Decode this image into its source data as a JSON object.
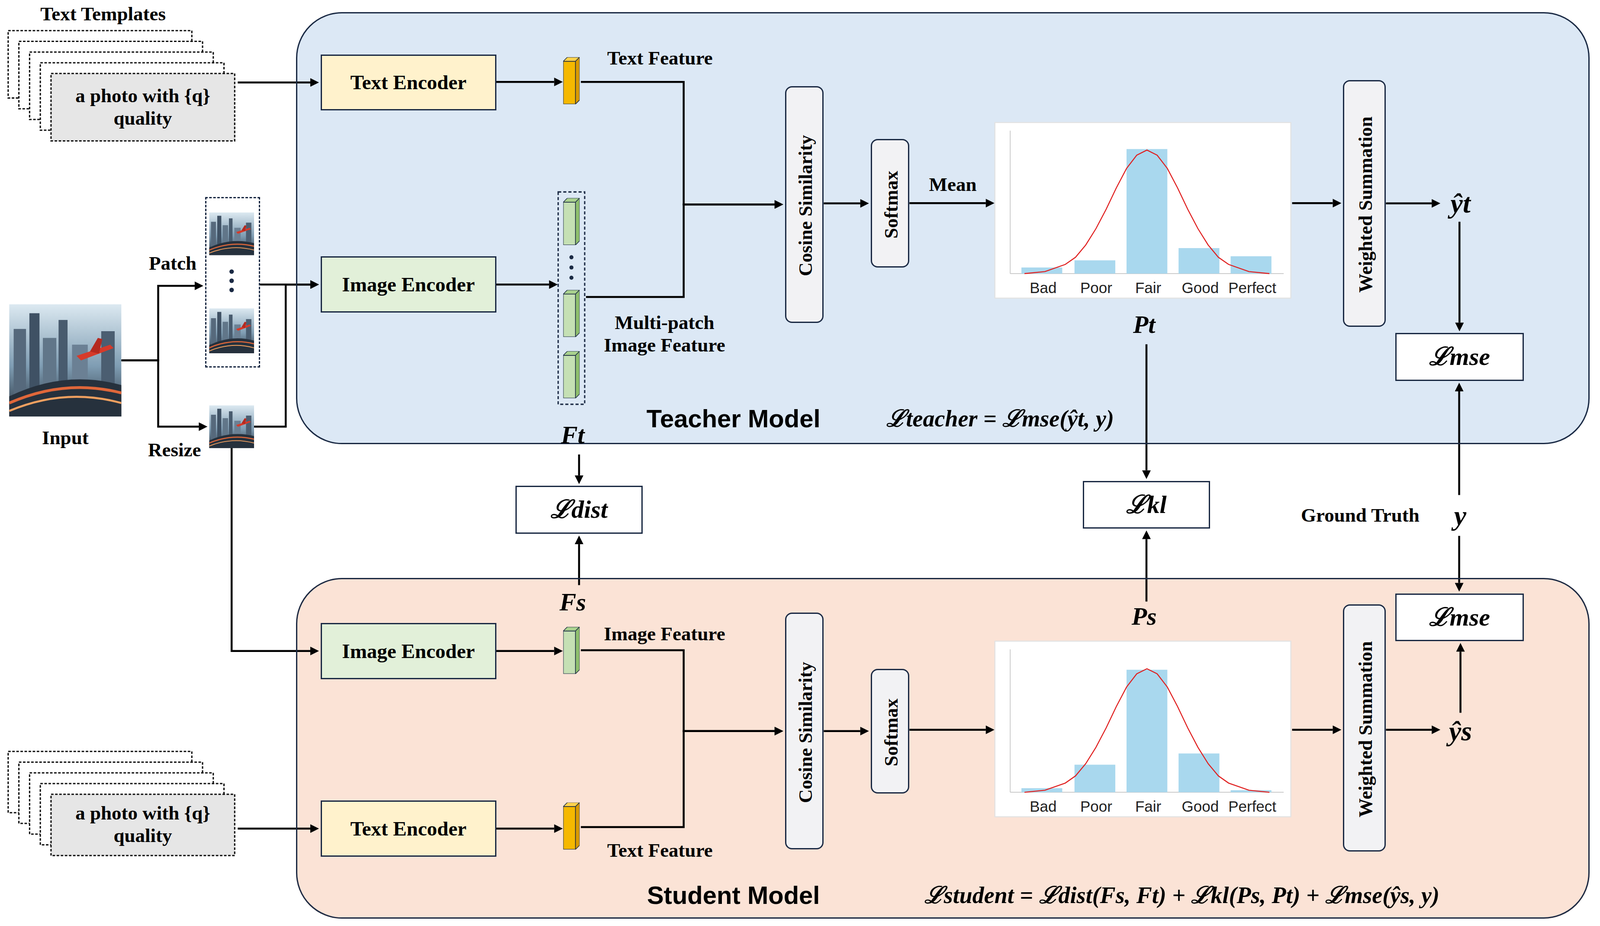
{
  "diagram": {
    "nodes": [
      {
        "text": [
          "Text Templates",
          "a photo with {q} quality"
        ]
      },
      {
        "text": [
          "Teacher Model",
          "ℒteacher = ℒmse(ŷt, y)"
        ]
      },
      {
        "text": [
          "Text Encoder"
        ],
        "in": 1
      },
      {
        "text": [
          "Text Feature"
        ],
        "in": 1
      },
      {
        "text": [
          "Cosine Similarity"
        ],
        "in": 1
      },
      {
        "text": [
          "Softmax"
        ],
        "in": 1
      },
      {
        "text": [
          "Bad",
          "Poor",
          "Fair",
          "Good",
          "Perfect",
          "Pt"
        ],
        "in": 1
      },
      {
        "text": [
          "Weighted Summation"
        ],
        "in": 1
      },
      {
        "text": [
          "ŷt"
        ],
        "in": 1
      },
      {
        "text": [
          "Input"
        ]
      },
      {
        "text": [
          "Patch"
        ]
      },
      {
        "text": [
          "Image Encoder"
        ],
        "in": 1
      },
      {
        "text": [
          "Multi-patch Image Feature",
          "Ft"
        ],
        "in": 1
      },
      {
        "text": [
          "ℒmse"
        ],
        "in": 1
      },
      {
        "text": [
          "Resize"
        ]
      },
      {
        "text": [
          "ℒdist"
        ]
      },
      {
        "text": [
          "ℒkl"
        ]
      },
      {
        "text": [
          "Ground Truth",
          "y"
        ]
      },
      {
        "text": [
          "Student Model",
          "ℒstudent = ℒdist(Fs, Ft) + ℒkl(Ps, Pt) + ℒmse(ŷs, y)"
        ]
      },
      {
        "text": [
          "Image Encoder"
        ],
        "in": 18
      },
      {
        "text": [
          "Fs",
          "Image Feature"
        ],
        "in": 18
      },
      {
        "text": [
          "Cosine Similarity"
        ],
        "in": 18
      },
      {
        "text": [
          "Softmax"
        ],
        "in": 18
      },
      {
        "text": [
          "Ps",
          "Bad",
          "Poor",
          "Fair",
          "Good",
          "Perfect"
        ],
        "in": 18
      },
      {
        "text": [
          "Weighted Summation"
        ],
        "in": 18
      },
      {
        "text": [
          "ŷs"
        ],
        "in": 18
      },
      {
        "text": [
          "ℒmse"
        ],
        "in": 18
      },
      {
        "text": [
          "a photo with {q} quality"
        ]
      },
      {
        "text": [
          "Text Encoder"
        ],
        "in": 18
      },
      {
        "text": [
          "Text Feature"
        ],
        "in": 18
      }
    ],
    "edges": [
      {
        "from": 0,
        "to": 2,
        "arrow": "to"
      },
      {
        "from": 2,
        "to": 3,
        "arrow": "to"
      },
      {
        "from": 3,
        "to": 4,
        "arrow": "to"
      },
      {
        "from": 12,
        "to": 4,
        "arrow": "to"
      },
      {
        "from": 4,
        "to": 5,
        "arrow": "to"
      },
      {
        "from": 5,
        "to": 6,
        "label": "Mean",
        "arrow": "to"
      },
      {
        "from": 6,
        "to": 7,
        "arrow": "to"
      },
      {
        "from": 7,
        "to": 8,
        "arrow": "to"
      },
      {
        "from": 8,
        "to": 13,
        "arrow": "to"
      },
      {
        "from": 9,
        "to": 10,
        "arrow": "to"
      },
      {
        "from": 9,
        "to": 14,
        "arrow": "to"
      },
      {
        "from": 10,
        "to": 11,
        "arrow": "to"
      },
      {
        "from": 14,
        "to": 11,
        "arrow": "to"
      },
      {
        "from": 11,
        "to": 12,
        "arrow": "to"
      },
      {
        "from": 12,
        "to": 15,
        "arrow": "to"
      },
      {
        "from": 6,
        "to": 16,
        "arrow": "to"
      },
      {
        "from": 17,
        "to": 13,
        "arrow": "to"
      },
      {
        "from": 17,
        "to": 26,
        "arrow": "to"
      },
      {
        "from": 20,
        "to": 15,
        "arrow": "to"
      },
      {
        "from": 23,
        "to": 16,
        "arrow": "to"
      },
      {
        "from": 14,
        "to": 19,
        "arrow": "to"
      },
      {
        "from": 19,
        "to": 20,
        "arrow": "to"
      },
      {
        "from": 20,
        "to": 21,
        "arrow": "to"
      },
      {
        "from": 29,
        "to": 21,
        "arrow": "to"
      },
      {
        "from": 21,
        "to": 22,
        "arrow": "to"
      },
      {
        "from": 22,
        "to": 23,
        "arrow": "to"
      },
      {
        "from": 23,
        "to": 24,
        "arrow": "to"
      },
      {
        "from": 24,
        "to": 25,
        "arrow": "to"
      },
      {
        "from": 25,
        "to": 26,
        "arrow": "to"
      },
      {
        "from": 27,
        "to": 28,
        "arrow": "to"
      },
      {
        "from": 28,
        "to": 29,
        "arrow": "to"
      }
    ]
  }
}
